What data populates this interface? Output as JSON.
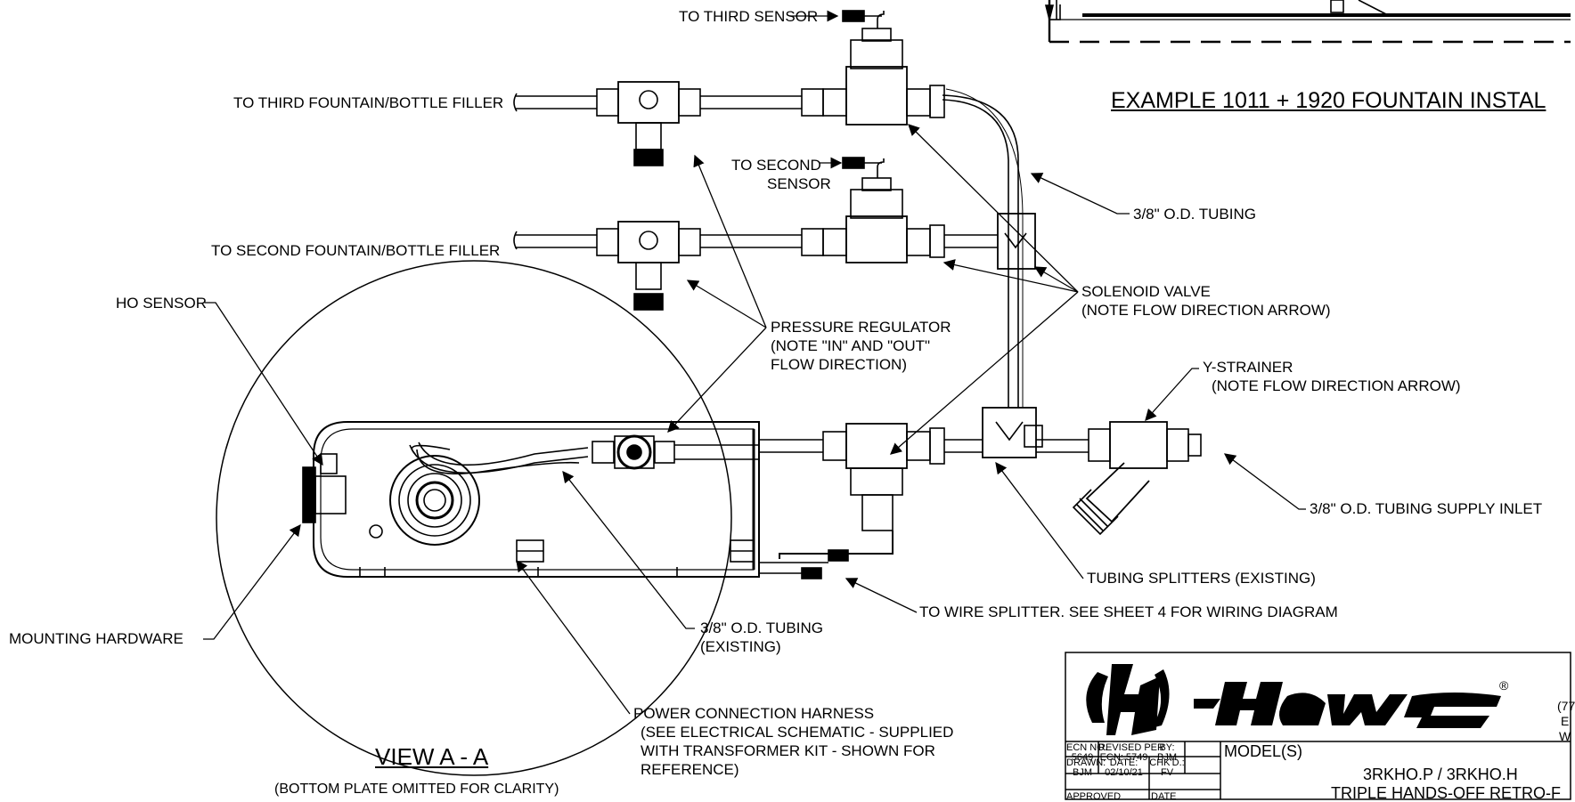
{
  "labels": {
    "third_sensor": "TO THIRD SENSOR",
    "third_fountain": "TO THIRD FOUNTAIN/BOTTLE FILLER",
    "second_sensor_1": "TO SECOND",
    "second_sensor_2": "SENSOR",
    "second_fountain": "TO SECOND FOUNTAIN/BOTTLE FILLER",
    "ho_sensor": "HO SENSOR",
    "tubing_38": "3/8\" O.D.  TUBING",
    "solenoid_1": "SOLENOID VALVE",
    "solenoid_2": "(NOTE FLOW DIRECTION ARROW)",
    "pressure_1": "PRESSURE REGULATOR",
    "pressure_2": "(NOTE \"IN\" AND \"OUT\"",
    "pressure_3": "FLOW DIRECTION)",
    "ystrainer_1": "Y-STRAINER",
    "ystrainer_2": "(NOTE FLOW DIRECTION ARROW)",
    "supply_inlet": "3/8\" O.D. TUBING SUPPLY INLET",
    "splitters": "TUBING SPLITTERS (EXISTING)",
    "wire_splitter": "TO WIRE SPLITTER. SEE SHEET 4 FOR WIRING DIAGRAM",
    "mounting": "MOUNTING HARDWARE",
    "tubing_existing_1": "3/8\" O.D.  TUBING",
    "tubing_existing_2": "(EXISTING)",
    "harness_1": "POWER CONNECTION HARNESS",
    "harness_2": "(SEE ELECTRICAL SCHEMATIC - SUPPLIED",
    "harness_3": "WITH TRANSFORMER KIT - SHOWN FOR",
    "harness_4": "REFERENCE)",
    "view_title": "VIEW A - A",
    "view_sub": "(BOTTOM PLATE OMITTED FOR CLARITY)",
    "example_title": "EXAMPLE 1011 + 1920 FOUNTAIN INSTAL"
  },
  "title_block": {
    "brand": "Haws",
    "registered": "®",
    "right_fragments": [
      "(77",
      "E",
      "W"
    ],
    "ecn_no_label": "ECN NO.",
    "ecn_no_value": "5649",
    "revised_label": "REVISED PER",
    "revised_value": "ECN: 5749",
    "by_label": "BY:",
    "by_value": "BJM",
    "drawn_label": "DRAWN:",
    "drawn_value": "BJM",
    "date_label": "DATE:",
    "date_value": "02/10/21",
    "chkd_label": "CHK'D.:",
    "chkd_value": "FV",
    "model_label": "MODEL(S)",
    "model_value": "3RKHO.P / 3RKHO.H",
    "title_partial": "TRIPLE HANDS-OFF RETRO-F",
    "approved_label": "APPROVED",
    "date2_label": "DATE"
  },
  "colors": {
    "ink": "#000000",
    "paper": "#ffffff"
  }
}
